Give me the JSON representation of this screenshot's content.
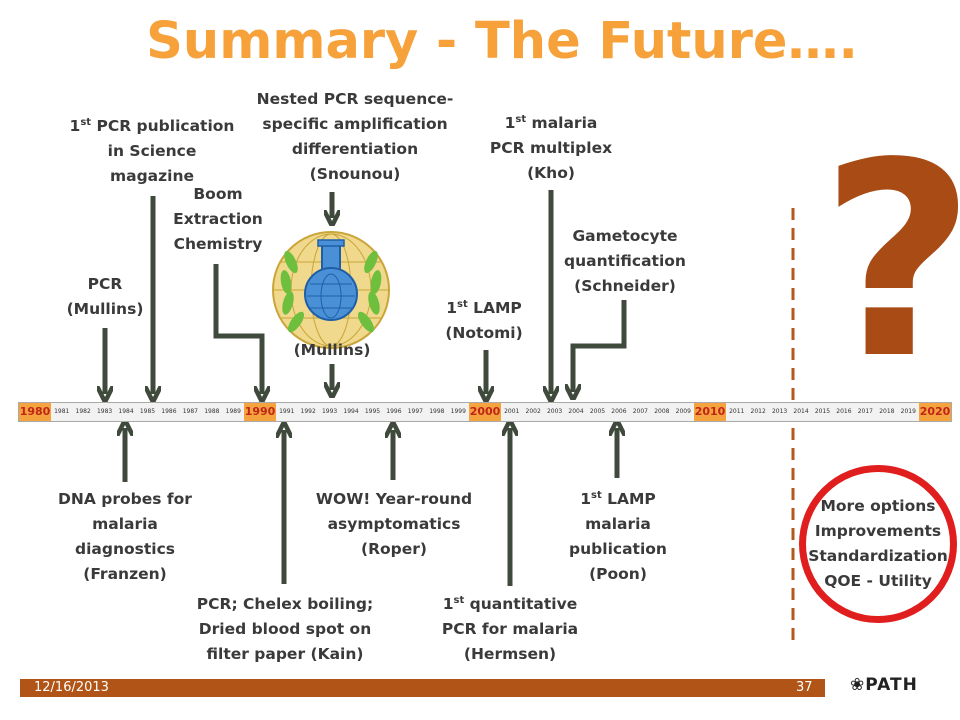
{
  "title": "Summary - The Future….",
  "timeline": {
    "years": [
      "1980",
      "1981",
      "1982",
      "1983",
      "1984",
      "1985",
      "1986",
      "1987",
      "1988",
      "1989",
      "1990",
      "1991",
      "1992",
      "1993",
      "1994",
      "1995",
      "1996",
      "1997",
      "1998",
      "1999",
      "2000",
      "2001",
      "2002",
      "2003",
      "2004",
      "2005",
      "2006",
      "2007",
      "2008",
      "2009",
      "2010",
      "2011",
      "2012",
      "2013",
      "2014",
      "2015",
      "2016",
      "2017",
      "2018",
      "2019",
      "2020"
    ],
    "major_years": [
      "1980",
      "1990",
      "2000",
      "2010",
      "2020"
    ]
  },
  "events_above": {
    "pcr_mullins": {
      "line1": "PCR",
      "line2": "(Mullins)"
    },
    "first_pcr_pub": {
      "sup": "st",
      "num": "1",
      "line1_rest": " PCR publication",
      "line2": "in Science",
      "line3": "magazine"
    },
    "boom": {
      "line1": "Boom",
      "line2": "Extraction",
      "line3": "Chemistry"
    },
    "nested_pcr": {
      "line1": "Nested PCR sequence-",
      "line2": "specific amplification",
      "line3": "differentiation",
      "line4": "(Snounou)"
    },
    "mullins_logo": {
      "line1": "(Mullins)"
    },
    "first_lamp": {
      "num": "1",
      "sup": "st",
      "line1_rest": " LAMP",
      "line2": "(Notomi)"
    },
    "malaria_multiplex": {
      "num": "1",
      "sup": "st",
      "line1_rest": " malaria",
      "line2": "PCR multiplex",
      "line3": "(Kho)"
    },
    "gametocyte": {
      "line1": "Gametocyte",
      "line2": "quantification",
      "line3": "(Schneider)"
    }
  },
  "events_below": {
    "dna_probes": {
      "line1": "DNA probes for",
      "line2": "malaria",
      "line3": "diagnostics",
      "line4": "(Franzen)"
    },
    "chelex": {
      "line1": "PCR; Chelex boiling;",
      "line2": "Dried blood spot on",
      "line3": "filter paper (Kain)"
    },
    "wow": {
      "line1": "WOW! Year-round",
      "line2": "asymptomatics",
      "line3": "(Roper)"
    },
    "quantitative": {
      "num": "1",
      "sup": "st",
      "line1_rest": " quantitative",
      "line2": "PCR for malaria",
      "line3": "(Hermsen)"
    },
    "lamp_pub": {
      "num": "1",
      "sup": "st",
      "line1_rest": " LAMP",
      "line2": "malaria",
      "line3": "publication",
      "line4": "(Poon)"
    }
  },
  "future": {
    "question_mark": "?",
    "line1": "More options",
    "line2": "Improvements",
    "line3": "Standardization",
    "line4": "QOE - Utility"
  },
  "footer": {
    "date": "12/16/2013",
    "page": "37",
    "logo": "PATH"
  },
  "colors": {
    "title": "#f6a13a",
    "arrow": "#3f4a3c",
    "dashed": "#b5561c",
    "question": "#a84b14",
    "circle": "#e01e1e",
    "footer": "#b05517",
    "major_year_bg": "#f5a33e",
    "major_year_text": "#c0251a"
  }
}
